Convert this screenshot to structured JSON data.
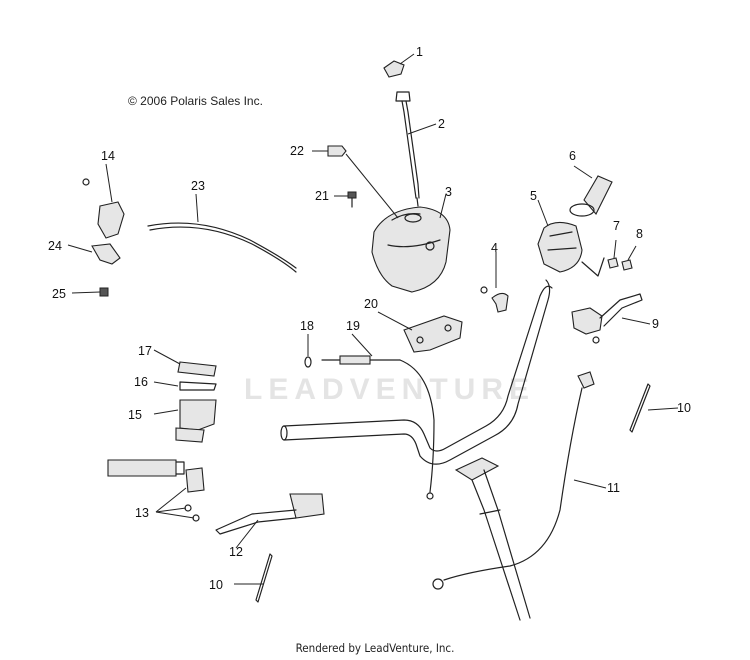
{
  "copyright": "© 2006 Polaris Sales Inc.",
  "watermark": "LEADVENTURE",
  "footer": "Rendered by LeadVenture, Inc.",
  "callouts": [
    {
      "id": "c1",
      "label": "1"
    },
    {
      "id": "c2",
      "label": "2"
    },
    {
      "id": "c3",
      "label": "3"
    },
    {
      "id": "c4",
      "label": "4"
    },
    {
      "id": "c5",
      "label": "5"
    },
    {
      "id": "c6",
      "label": "6"
    },
    {
      "id": "c7",
      "label": "7"
    },
    {
      "id": "c8",
      "label": "8"
    },
    {
      "id": "c9",
      "label": "9"
    },
    {
      "id": "c10a",
      "label": "10"
    },
    {
      "id": "c10b",
      "label": "10"
    },
    {
      "id": "c11",
      "label": "11"
    },
    {
      "id": "c12",
      "label": "12"
    },
    {
      "id": "c13",
      "label": "13"
    },
    {
      "id": "c14",
      "label": "14"
    },
    {
      "id": "c15",
      "label": "15"
    },
    {
      "id": "c16",
      "label": "16"
    },
    {
      "id": "c17",
      "label": "17"
    },
    {
      "id": "c18",
      "label": "18"
    },
    {
      "id": "c19",
      "label": "19"
    },
    {
      "id": "c20",
      "label": "20"
    },
    {
      "id": "c21",
      "label": "21"
    },
    {
      "id": "c22",
      "label": "22"
    },
    {
      "id": "c23",
      "label": "23"
    },
    {
      "id": "c24",
      "label": "24"
    },
    {
      "id": "c25",
      "label": "25"
    }
  ]
}
